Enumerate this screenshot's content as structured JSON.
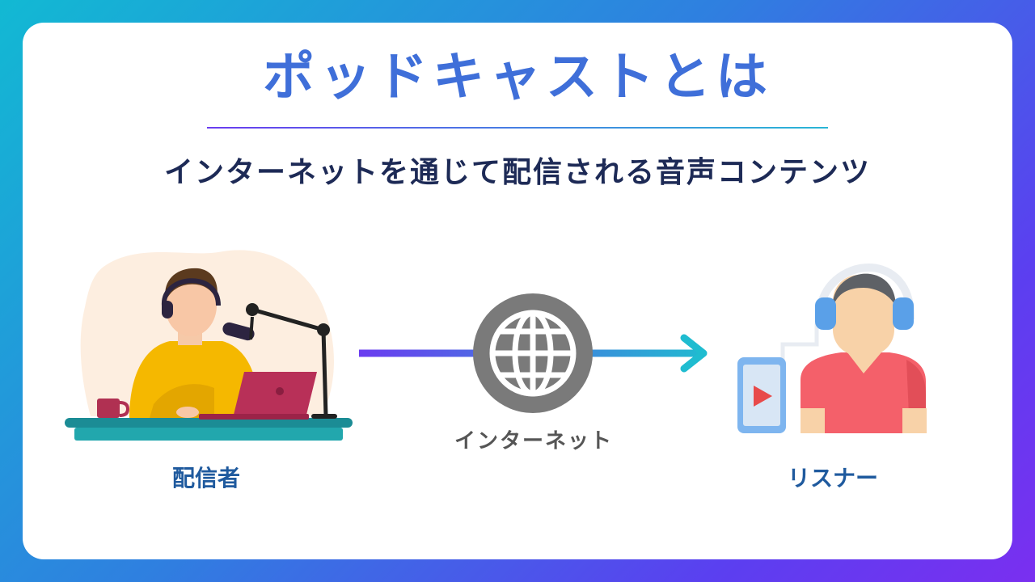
{
  "title": "ポッドキャストとは",
  "subtitle": "インターネットを通じて配信される音声コンテンツ",
  "nodes": {
    "broadcaster": "配信者",
    "internet": "インターネット",
    "listener": "リスナー"
  },
  "icons": {
    "broadcaster": "podcaster-illustration",
    "internet": "globe-icon",
    "listener": "listener-illustration",
    "arrow": "arrow-right-icon"
  },
  "colors": {
    "title": "#3f6fd9",
    "subtitle": "#1d2a56",
    "label": "#1f5a9e",
    "arrow_start": "#6a3cf0",
    "arrow_end": "#1fbcd0",
    "globe": "#7a7a7a"
  }
}
